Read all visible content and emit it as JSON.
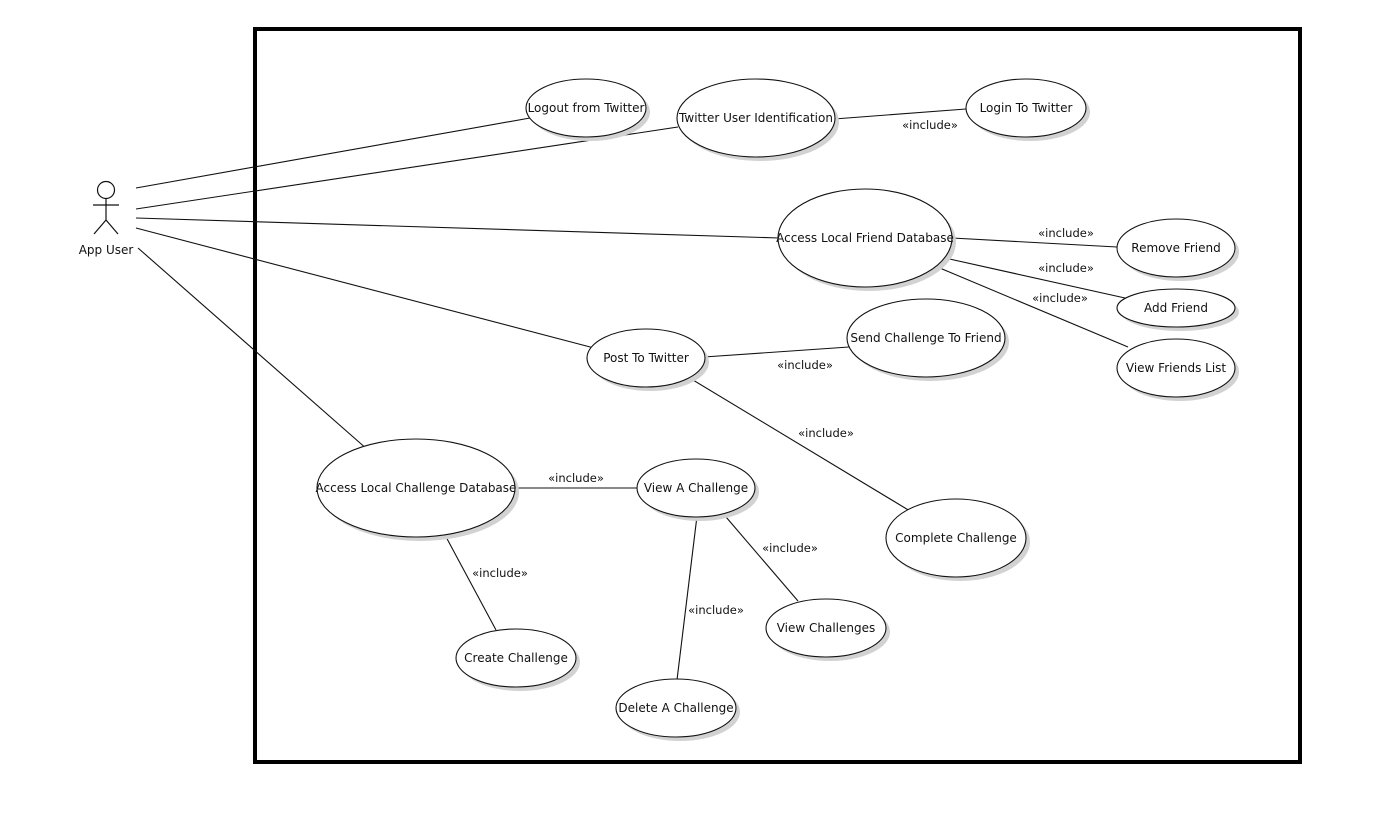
{
  "actor": {
    "label": "App User"
  },
  "use_cases": {
    "logout": "Logout from Twitter",
    "identify": "Twitter User Identification",
    "login": "Login To Twitter",
    "friend_db": "Access Local Friend Database",
    "remove_friend": "Remove Friend",
    "add_friend": "Add Friend",
    "view_friends": "View Friends List",
    "post": "Post To Twitter",
    "send_challenge": "Send Challenge To Friend",
    "complete_challenge": "Complete Challenge",
    "challenge_db": "Access Local Challenge Database",
    "view_challenge": "View A Challenge",
    "view_challenges": "View Challenges",
    "create_challenge": "Create Challenge",
    "delete_challenge": "Delete A Challenge"
  },
  "include_label": "«include»"
}
